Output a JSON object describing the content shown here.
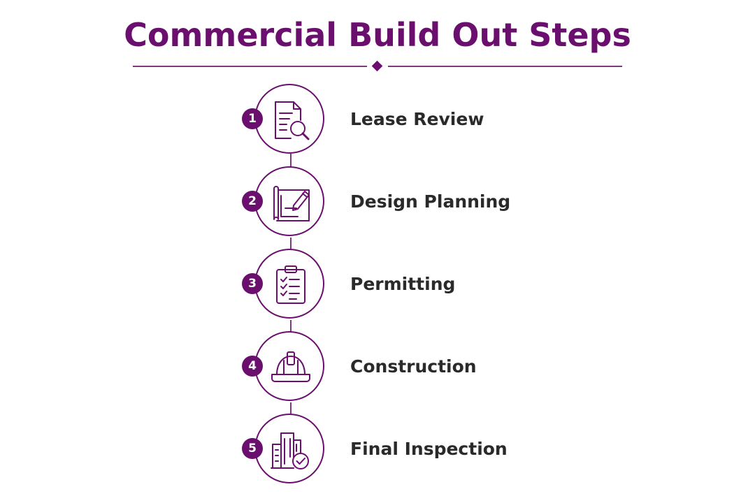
{
  "title": "Commercial Build Out Steps",
  "colors": {
    "accent": "#6a0f6e",
    "line": "#7b3b7e",
    "text": "#2a2a2a",
    "background": "#ffffff"
  },
  "steps": [
    {
      "number": "1",
      "label": "Lease Review",
      "icon": "document-search-icon"
    },
    {
      "number": "2",
      "label": "Design Planning",
      "icon": "blueprint-pencil-icon"
    },
    {
      "number": "3",
      "label": "Permitting",
      "icon": "clipboard-checklist-icon"
    },
    {
      "number": "4",
      "label": "Construction",
      "icon": "hard-hat-icon"
    },
    {
      "number": "5",
      "label": "Final Inspection",
      "icon": "building-check-icon"
    }
  ]
}
